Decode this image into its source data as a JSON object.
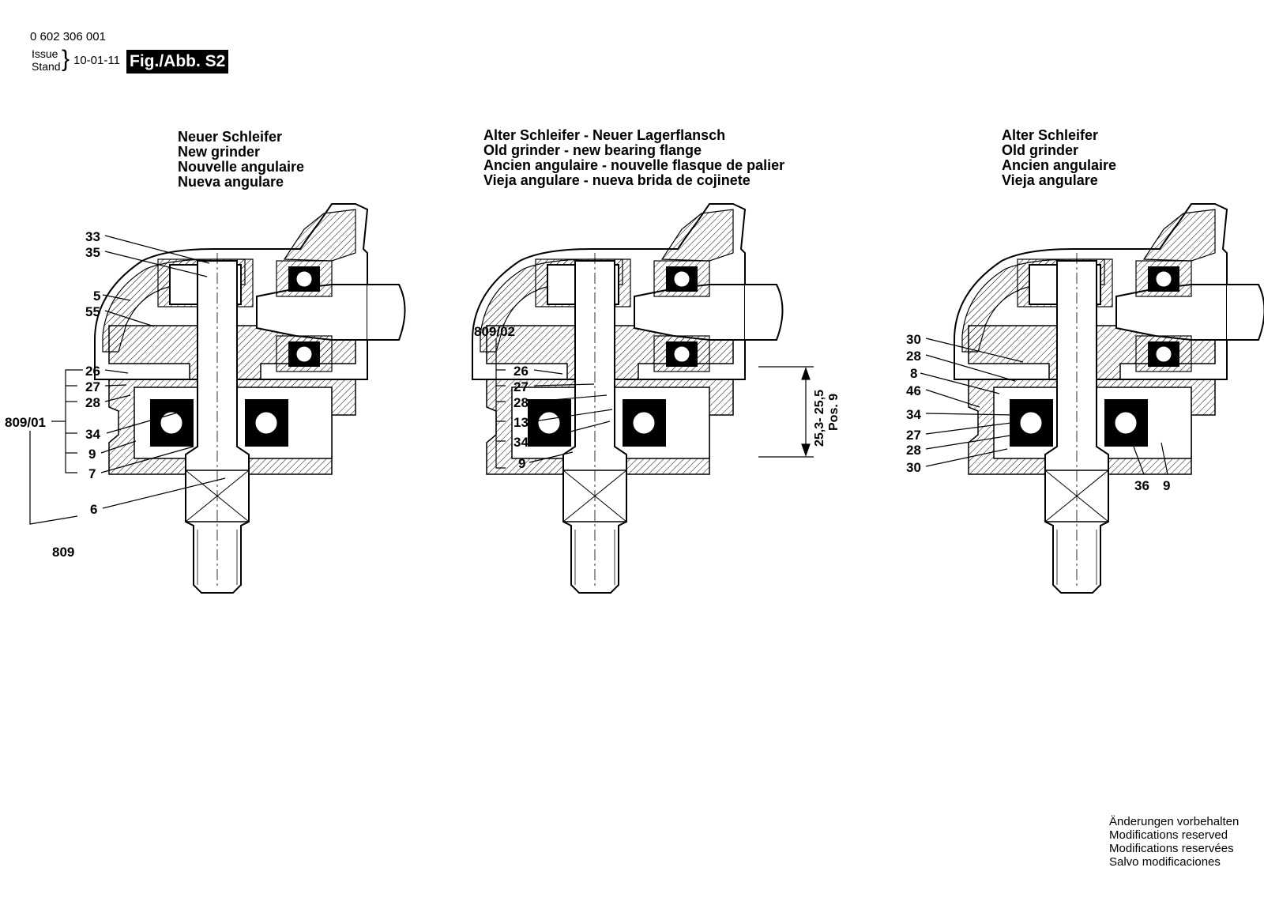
{
  "header": {
    "part_number": "0 602 306 001",
    "issue_label_1": "Issue",
    "issue_label_2": "Stand",
    "issue_date": "10-01-11",
    "figure_label": "Fig./Abb. S2"
  },
  "sections": [
    {
      "title_de": "Neuer Schleifer",
      "title_en": "New grinder",
      "title_fr": "Nouvelle angulaire",
      "title_es": "Nueva angulare",
      "callouts": [
        "33",
        "35",
        "5",
        "55",
        "26",
        "27",
        "28",
        "34",
        "9",
        "7",
        "6"
      ],
      "groups": [
        "809/01",
        "809"
      ]
    },
    {
      "title_de": "Alter Schleifer - Neuer Lagerflansch",
      "title_en": "Old grinder - new bearing flange",
      "title_fr": "Ancien angulaire - nouvelle flasque de palier",
      "title_es": "Vieja angulare - nueva brida de cojinete",
      "callouts": [
        "26",
        "27",
        "28",
        "13",
        "34",
        "9"
      ],
      "groups": [
        "809/02"
      ],
      "dimension_value": "25,3- 25,5",
      "dimension_ref": "Pos. 9"
    },
    {
      "title_de": "Alter Schleifer",
      "title_en": "Old grinder",
      "title_fr": "Ancien angulaire",
      "title_es": "Vieja angulare",
      "callouts": [
        "30",
        "28",
        "8",
        "46",
        "34",
        "27",
        "28",
        "30",
        "36",
        "9"
      ]
    }
  ],
  "footer": {
    "line_de": "Änderungen vorbehalten",
    "line_en": "Modifications reserved",
    "line_fr": "Modifications reservées",
    "line_es": "Salvo modificaciones"
  }
}
